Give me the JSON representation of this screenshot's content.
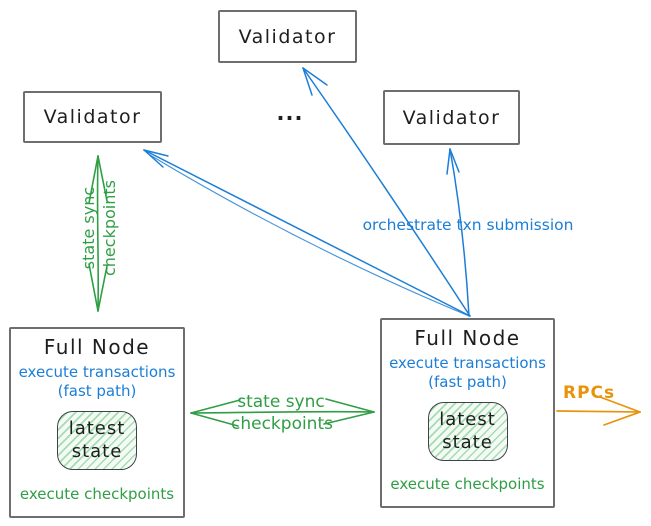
{
  "colors": {
    "ink": "#1e1e1e",
    "blue": "#1c7ed6",
    "green": "#2f9e44",
    "orange": "#e8930c",
    "border_gray": "#6e6e6e",
    "state_border": "#3f4248",
    "state_fill": "#f3fbf4",
    "state_hatch": "#a5dcb0"
  },
  "nodes": {
    "validator_top": {
      "label": "Validator"
    },
    "validator_left": {
      "label": "Validator"
    },
    "validator_right": {
      "label": "Validator"
    },
    "ellipsis": "...",
    "full_node_left": {
      "title": "Full Node",
      "exec_line1": "execute transactions",
      "exec_line2": "(fast path)",
      "state_line1": "latest",
      "state_line2": "state",
      "footer": "execute checkpoints"
    },
    "full_node_right": {
      "title": "Full Node",
      "exec_line1": "execute transactions",
      "exec_line2": "(fast path)",
      "state_line1": "latest",
      "state_line2": "state",
      "footer": "execute checkpoints"
    }
  },
  "edge_labels": {
    "left_sync_line1": "state sync",
    "left_sync_line2": "checkpoints",
    "mid_sync_line1": "state sync",
    "mid_sync_line2": "checkpoints",
    "orchestrate": "orchestrate txn submission",
    "rpcs": "RPCs"
  }
}
